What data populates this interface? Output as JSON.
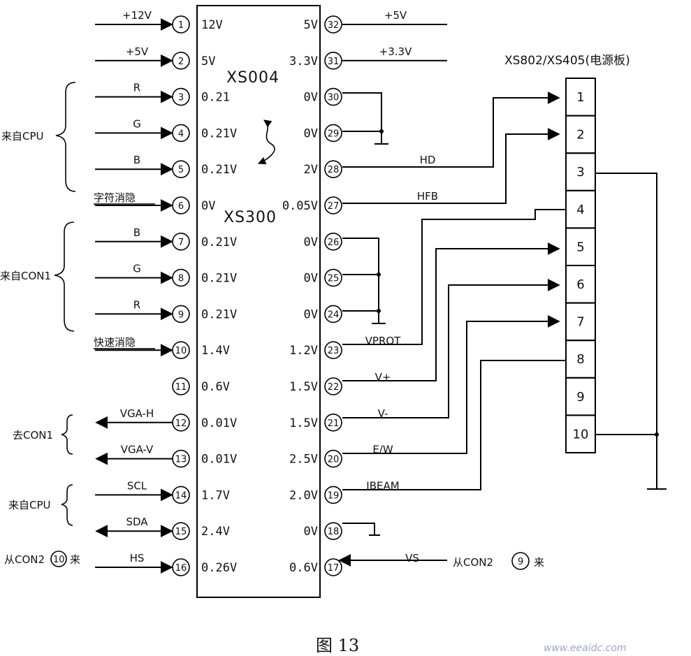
{
  "chip": {
    "top_label": "XS004",
    "bottom_label": "XS300"
  },
  "left_pins": [
    {
      "n": "1",
      "v": "12V",
      "sig": "+12V",
      "dir": "in"
    },
    {
      "n": "2",
      "v": "5V",
      "sig": "+5V",
      "dir": "in"
    },
    {
      "n": "3",
      "v": "0.21",
      "sig": "R",
      "dir": "in"
    },
    {
      "n": "4",
      "v": "0.21V",
      "sig": "G",
      "dir": "in"
    },
    {
      "n": "5",
      "v": "0.21V",
      "sig": "B",
      "dir": "in"
    },
    {
      "n": "6",
      "v": "0V",
      "sig": "字符消隐",
      "dir": "in"
    },
    {
      "n": "7",
      "v": "0.21V",
      "sig": "B",
      "dir": "in"
    },
    {
      "n": "8",
      "v": "0.21V",
      "sig": "G",
      "dir": "in"
    },
    {
      "n": "9",
      "v": "0.21V",
      "sig": "R",
      "dir": "in"
    },
    {
      "n": "10",
      "v": "1.4V",
      "sig": "快速消隐",
      "dir": "in"
    },
    {
      "n": "11",
      "v": "0.6V",
      "sig": "",
      "dir": "none"
    },
    {
      "n": "12",
      "v": "0.01V",
      "sig": "VGA-H",
      "dir": "out"
    },
    {
      "n": "13",
      "v": "0.01V",
      "sig": "VGA-V",
      "dir": "out"
    },
    {
      "n": "14",
      "v": "1.7V",
      "sig": "SCL",
      "dir": "in"
    },
    {
      "n": "15",
      "v": "2.4V",
      "sig": "SDA",
      "dir": "bi"
    },
    {
      "n": "16",
      "v": "0.26V",
      "sig": "HS",
      "dir": "in"
    }
  ],
  "right_pins": [
    {
      "n": "32",
      "v": "5V",
      "sig": "+5V"
    },
    {
      "n": "31",
      "v": "3.3V",
      "sig": "+3.3V"
    },
    {
      "n": "30",
      "v": "0V",
      "sig": ""
    },
    {
      "n": "29",
      "v": "0V",
      "sig": ""
    },
    {
      "n": "28",
      "v": "2V",
      "sig": "HD"
    },
    {
      "n": "27",
      "v": "0.05V",
      "sig": "HFB"
    },
    {
      "n": "26",
      "v": "0V",
      "sig": ""
    },
    {
      "n": "25",
      "v": "0V",
      "sig": ""
    },
    {
      "n": "24",
      "v": "0V",
      "sig": ""
    },
    {
      "n": "23",
      "v": "1.2V",
      "sig": "VPROT"
    },
    {
      "n": "22",
      "v": "1.5V",
      "sig": "V+"
    },
    {
      "n": "21",
      "v": "1.5V",
      "sig": "V-"
    },
    {
      "n": "20",
      "v": "2.5V",
      "sig": "E/W"
    },
    {
      "n": "19",
      "v": "2.0V",
      "sig": "IBEAM"
    },
    {
      "n": "18",
      "v": "0V",
      "sig": ""
    },
    {
      "n": "17",
      "v": "0.6V",
      "sig": "VS"
    }
  ],
  "groups": [
    {
      "label": "来自CPU"
    },
    {
      "label": "来自CON1"
    },
    {
      "label": "去CON1"
    },
    {
      "label": "来自CPU"
    }
  ],
  "con2_left": {
    "prefix": "从CON2",
    "num": "10",
    "suffix": "来"
  },
  "con2_right": {
    "prefix": "从CON2",
    "num": "9",
    "suffix": "来"
  },
  "power_board": {
    "title": "XS802/XS405(电源板)",
    "cells": [
      "1",
      "2",
      "3",
      "4",
      "5",
      "6",
      "7",
      "8",
      "9",
      "10"
    ]
  },
  "caption": "图 13",
  "watermark": "www.eeaidc.com"
}
